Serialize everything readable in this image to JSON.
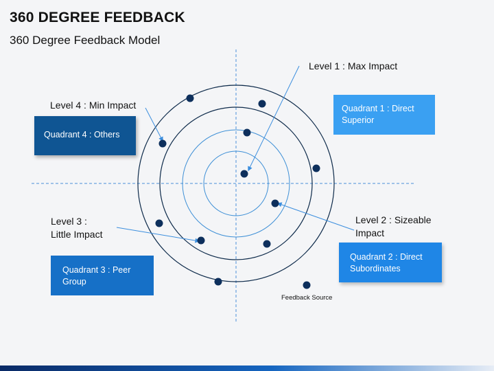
{
  "title": "360 DEGREE FEEDBACK",
  "subtitle": "360 Degree Feedback Model",
  "levels": {
    "level1": "Level 1 : Max Impact",
    "level2_line1": "Level 2 : Sizeable",
    "level2_line2": "Impact",
    "level3_line1": "Level 3 :",
    "level3_line2": "Little Impact",
    "level4": "Level 4 : Min Impact"
  },
  "quadrants": {
    "q1": "Quadrant 1 : Direct Superior",
    "q2": "Quadrant 2 : Direct Subordinates",
    "q3": "Quadrant 3 : Peer Group",
    "q4": "Quadrant 4 : Others"
  },
  "legend": {
    "feedback_source": "Feedback Source"
  },
  "colors": {
    "ring": "#0d2a4a",
    "inner_ring": "#3d8fd6",
    "dot": "#0d2f5c",
    "axis": "#4a90d9",
    "arrow": "#3b8ede"
  }
}
